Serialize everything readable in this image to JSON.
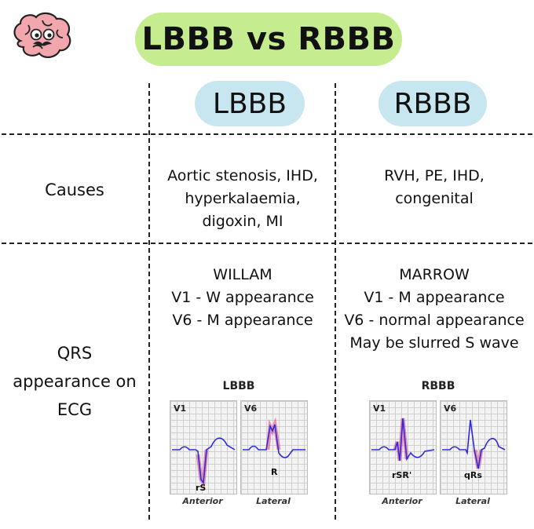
{
  "title": "LBBB vs RBBB",
  "columns": {
    "left": "LBBB",
    "right": "RBBB"
  },
  "icons": {
    "logo": "brain-with-moustache-icon"
  },
  "colors": {
    "title_bg": "#c5ec8f",
    "column_bg": "#c8e6f0",
    "trace": "#2b2be0",
    "highlight": "#e0407a"
  },
  "rows": {
    "causes": {
      "label": "Causes",
      "lbbb": [
        "Aortic stenosis, IHD,",
        "hyperkalaemia,",
        "digoxin, MI"
      ],
      "rbbb": [
        "RVH, PE, IHD,",
        "congenital"
      ]
    },
    "qrs": {
      "label": [
        "QRS",
        "appearance on",
        "ECG"
      ],
      "lbbb": [
        "WILLAM",
        "V1 - W appearance",
        "V6 - M appearance"
      ],
      "rbbb": [
        "MARROW",
        "V1 - M appearance",
        "V6 - normal appearance",
        "May be slurred S wave"
      ]
    }
  },
  "ecg": {
    "lbbb": {
      "title": "LBBB",
      "lead1": "V1",
      "lead2": "V6",
      "wave1": "rS",
      "wave2": "R",
      "caption1": "Anterior",
      "caption2": "Lateral"
    },
    "rbbb": {
      "title": "RBBB",
      "lead1": "V1",
      "lead2": "V6",
      "wave1": "rSR'",
      "wave2": "qRs",
      "caption1": "Anterior",
      "caption2": "Lateral"
    }
  }
}
